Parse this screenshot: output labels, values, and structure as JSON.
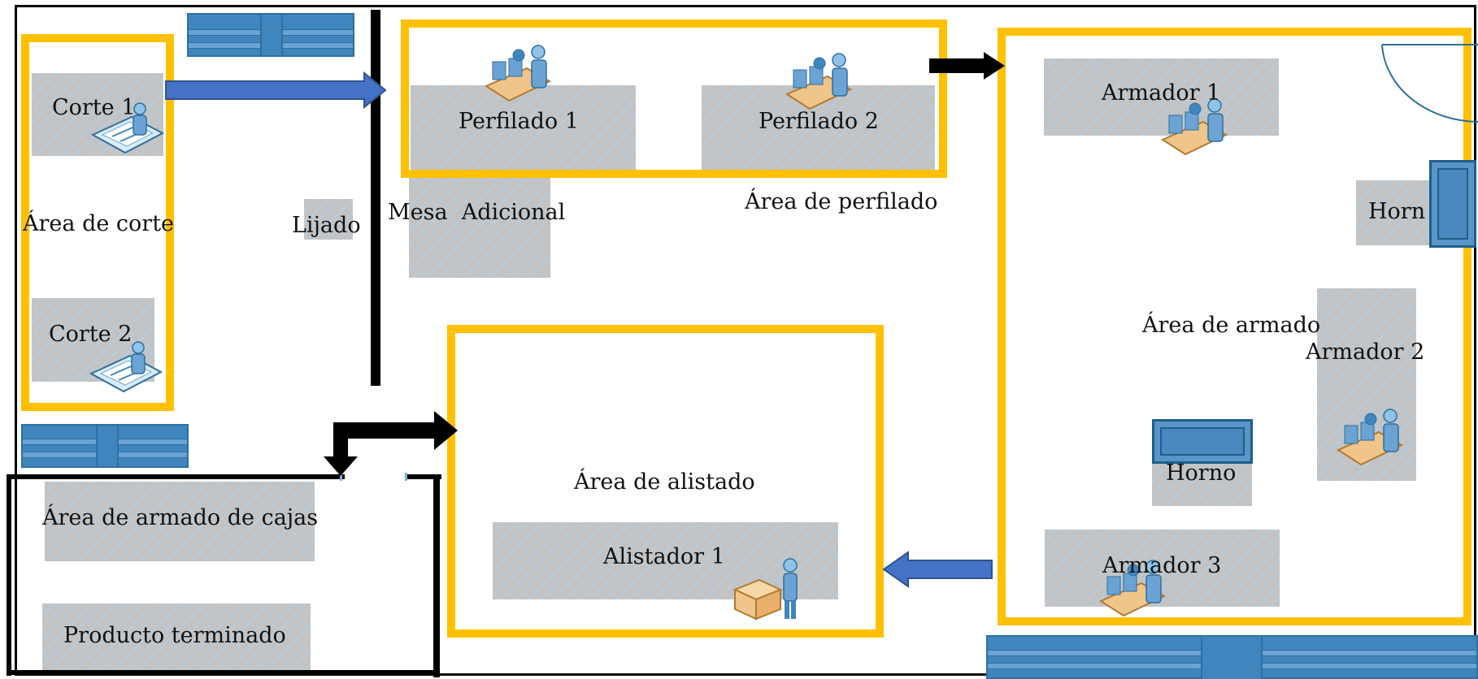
{
  "labels": {
    "corte1": "Corte 1",
    "corte2": "Corte 2",
    "area_corte": "Área de corte",
    "lijado": "Lijado",
    "perfilado1": "Perfilado 1",
    "perfilado2": "Perfilado 2",
    "mesa_adicional": "Mesa  Adicional",
    "area_perfilado": "Área de perfilado",
    "armador1": "Armador 1",
    "horno_right": "Horn",
    "area_armado": "Área de armado",
    "armador2": "Armador 2",
    "horno_center": "Horno",
    "armador3": "Armador 3",
    "area_alistado": "Área de alistado",
    "alistador1": "Alistador 1",
    "area_armado_cajas": "Área de armado de cajas",
    "producto_terminado": "Producto terminado"
  },
  "colors": {
    "zone_border": "#ffc000",
    "station_fill": "#c3c3c3",
    "flow_arrow_blue": "#4472c4",
    "flow_arrow_black": "#000000",
    "shelf_blue": "#3f86bf"
  },
  "icons": [
    "cutting-worker-icon",
    "assembly-line-worker-icon",
    "packing-worker-icon"
  ]
}
